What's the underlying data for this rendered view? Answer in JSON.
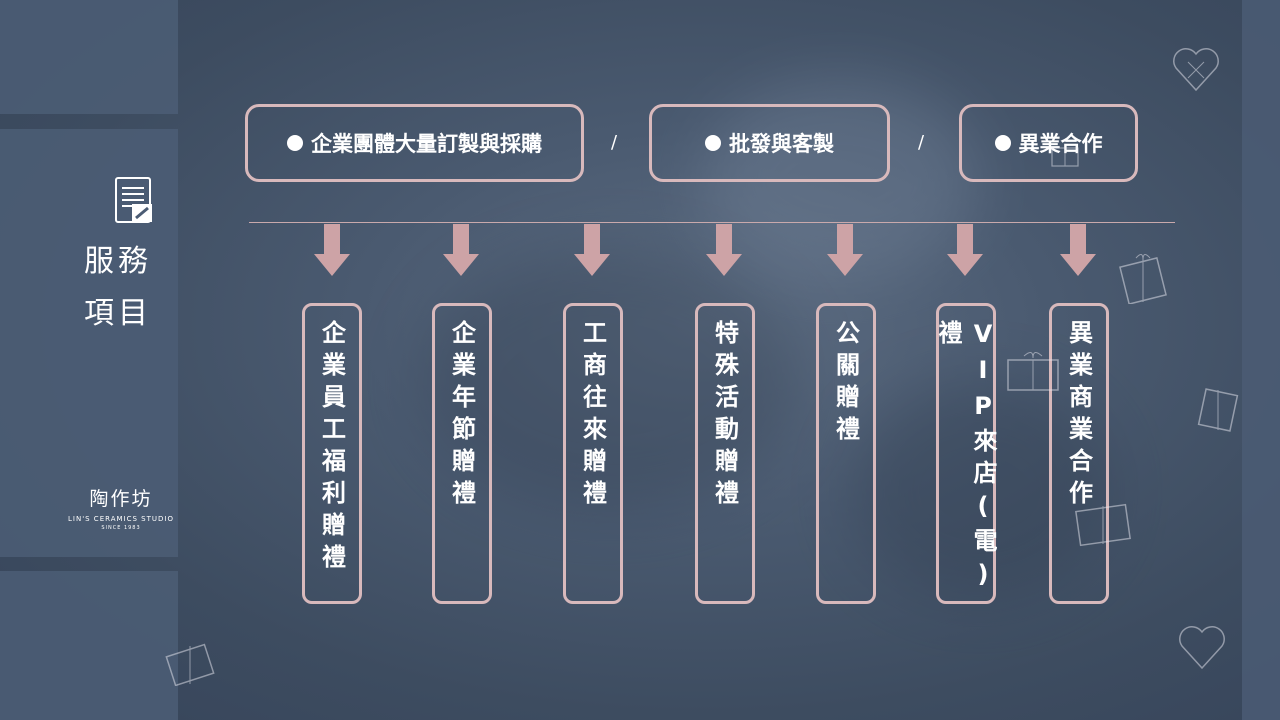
{
  "section": {
    "title": "服務項目",
    "icon": "document-edit-icon"
  },
  "logo": {
    "name": "陶作坊",
    "subtitle": "LIN'S CERAMICS STUDIO",
    "since": "SINCE 1983"
  },
  "categories": [
    {
      "label": "企業團體大量訂製與採購"
    },
    {
      "label": "批發與客製"
    },
    {
      "label": "異業合作"
    }
  ],
  "separator": "/",
  "services": [
    {
      "label": "企業員工福利贈禮"
    },
    {
      "label": "企業年節贈禮"
    },
    {
      "label": "工商往來贈禮"
    },
    {
      "label": "特殊活動贈禮"
    },
    {
      "label": "公關贈禮"
    },
    {
      "label": "VIP來店(電)禮"
    },
    {
      "label": "異業商業合作"
    }
  ],
  "colors": {
    "accent": "#d8b9bc",
    "arrow": "#cda3a6",
    "panel": "#4b5c74",
    "background": "#44546a"
  }
}
